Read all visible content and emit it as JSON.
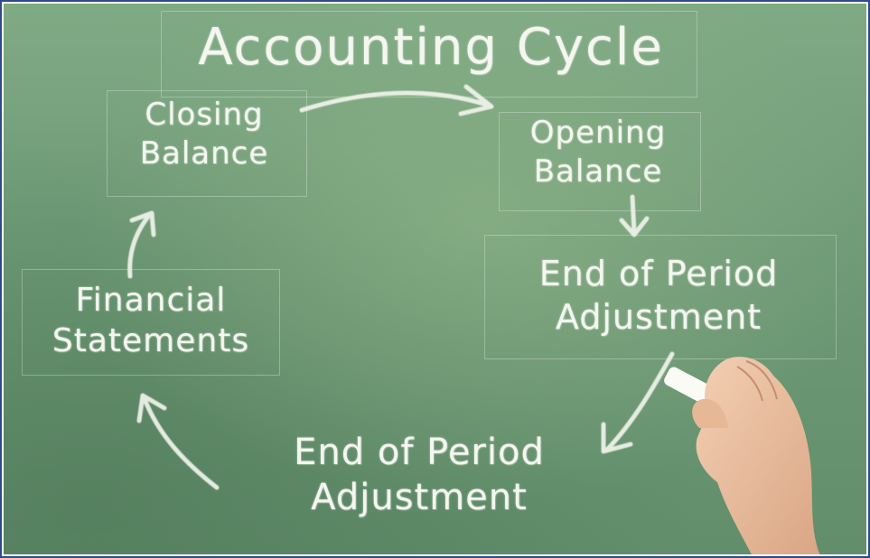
{
  "diagram": {
    "title": "Accounting Cycle",
    "nodes": {
      "closing_balance": [
        "Closing",
        "Balance"
      ],
      "opening_balance": [
        "Opening",
        "Balance"
      ],
      "end_of_period_adjustment_top": [
        "End of Period",
        "Adjustment"
      ],
      "end_of_period_adjustment_bottom": [
        "End of Period",
        "Adjustment"
      ],
      "financial_statements": [
        "Financial",
        "Statements"
      ]
    },
    "edges": [
      {
        "from": "closing_balance",
        "to": "opening_balance"
      },
      {
        "from": "opening_balance",
        "to": "end_of_period_adjustment_top"
      },
      {
        "from": "end_of_period_adjustment_top",
        "to": "end_of_period_adjustment_bottom"
      },
      {
        "from": "end_of_period_adjustment_bottom",
        "to": "financial_statements"
      },
      {
        "from": "financial_statements",
        "to": "closing_balance"
      }
    ]
  },
  "colors": {
    "frame_border": "#2e4a8c",
    "board": "#6e9a76",
    "chalk": "#f4f6ef"
  }
}
